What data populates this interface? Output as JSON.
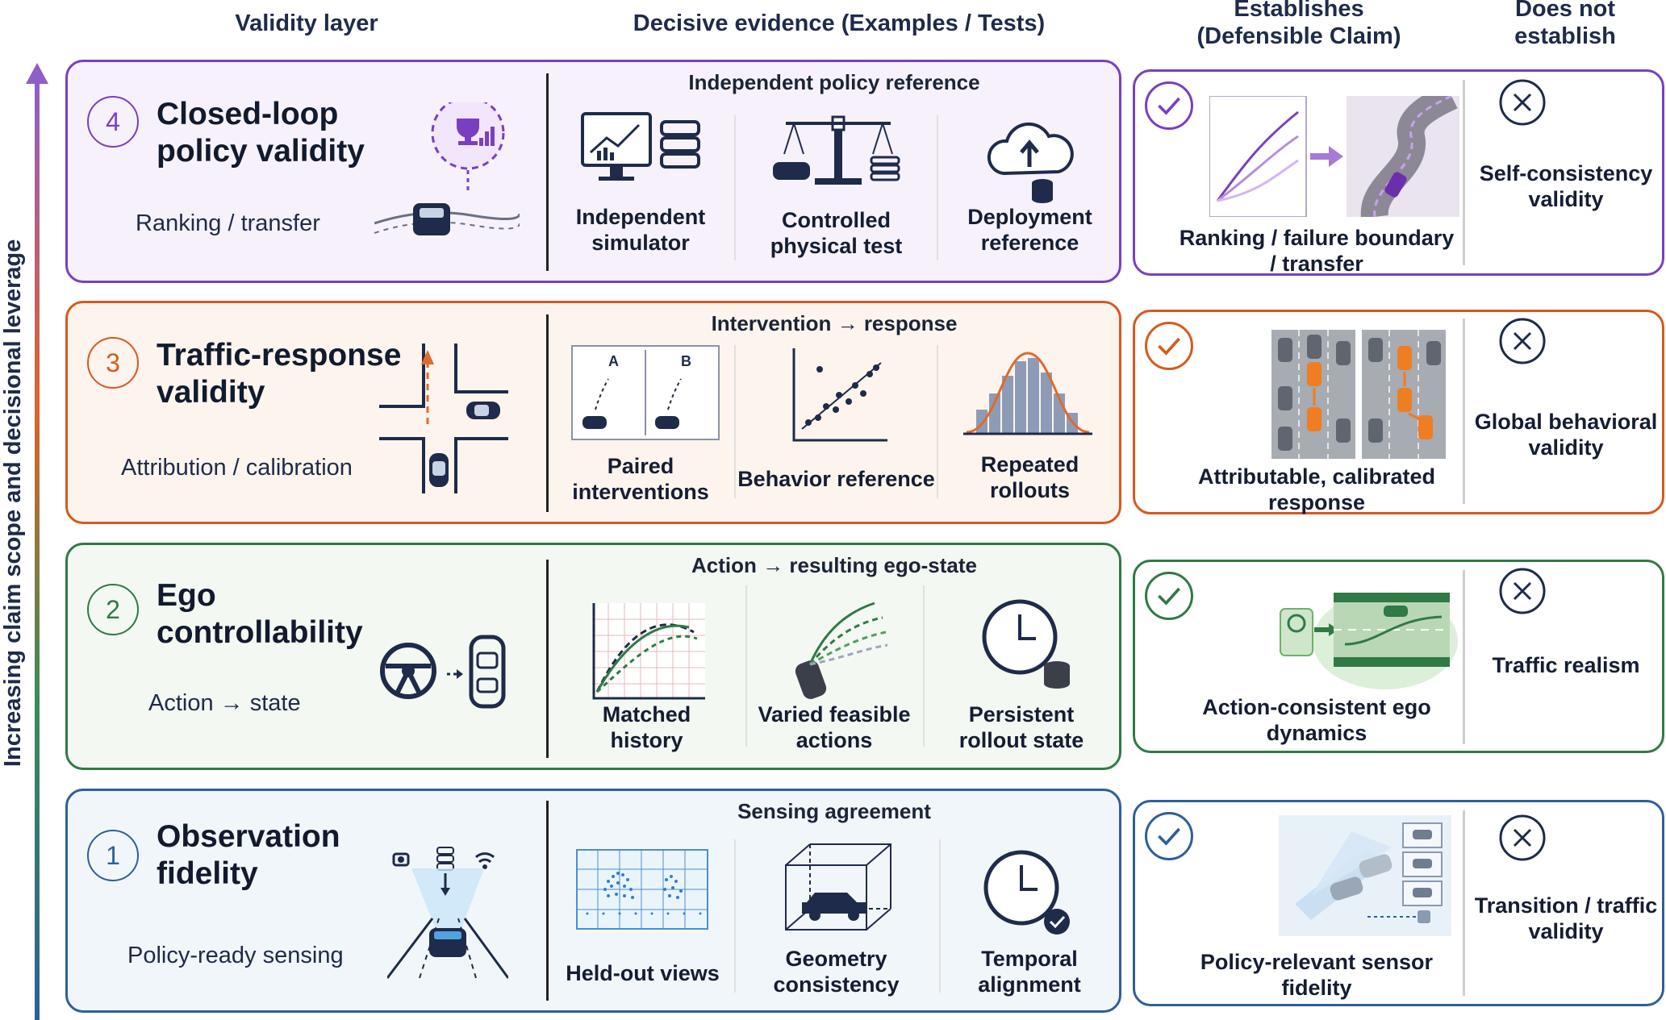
{
  "headers": {
    "validity_layer": "Validity layer",
    "decisive_evidence": "Decisive evidence  (Examples / Tests)",
    "establishes": [
      "Establishes",
      "(Defensible Claim)"
    ],
    "does_not_establish": [
      "Does not",
      "establish"
    ]
  },
  "axis_label": "Increasing claim scope and decisional leverage",
  "colors": {
    "layer4": "#7a3fbf",
    "layer4_bg": "#f6f1fb",
    "layer3": "#d6591e",
    "layer3_bg": "#fdf4ee",
    "layer2": "#2f7a45",
    "layer2_bg": "#f3f8f2",
    "layer1": "#2e5f99",
    "layer1_bg": "#f1f6fb"
  },
  "layers": [
    {
      "number": "4",
      "title": [
        "Closed-loop",
        "policy validity"
      ],
      "subtitle": "Ranking / transfer",
      "evidence_heading": "Independent policy reference",
      "evidence": [
        [
          "Independent",
          "simulator"
        ],
        [
          "Controlled",
          "physical test"
        ],
        [
          "Deployment",
          "reference"
        ]
      ],
      "establishes": [
        "Ranking / failure boundary",
        "/ transfer"
      ],
      "does_not_establish": [
        "Self-consistency",
        "validity"
      ]
    },
    {
      "number": "3",
      "title": [
        "Traffic-response",
        "validity"
      ],
      "subtitle": "Attribution / calibration",
      "evidence_heading": "Intervention → response",
      "evidence": [
        [
          "Paired",
          "interventions"
        ],
        [
          "Behavior reference"
        ],
        [
          "Repeated",
          "rollouts"
        ]
      ],
      "pair_labels": [
        "A",
        "B"
      ],
      "establishes": [
        "Attributable, calibrated",
        "response"
      ],
      "does_not_establish": [
        "Global behavioral",
        "validity"
      ]
    },
    {
      "number": "2",
      "title": [
        "Ego",
        "controllability"
      ],
      "subtitle": "Action → state",
      "evidence_heading": "Action → resulting ego-state",
      "evidence": [
        [
          "Matched",
          "history"
        ],
        [
          "Varied feasible",
          "actions"
        ],
        [
          "Persistent",
          "rollout state"
        ]
      ],
      "establishes": [
        "Action-consistent ego",
        "dynamics"
      ],
      "does_not_establish": [
        "Traffic realism"
      ]
    },
    {
      "number": "1",
      "title": [
        "Observation",
        "fidelity"
      ],
      "subtitle": "Policy-ready sensing",
      "evidence_heading": "Sensing agreement",
      "evidence": [
        [
          "Held-out views"
        ],
        [
          "Geometry",
          "consistency"
        ],
        [
          "Temporal",
          "alignment"
        ]
      ],
      "establishes": [
        "Policy-relevant sensor",
        "fidelity"
      ],
      "does_not_establish": [
        "Transition / traffic",
        "validity"
      ]
    }
  ]
}
